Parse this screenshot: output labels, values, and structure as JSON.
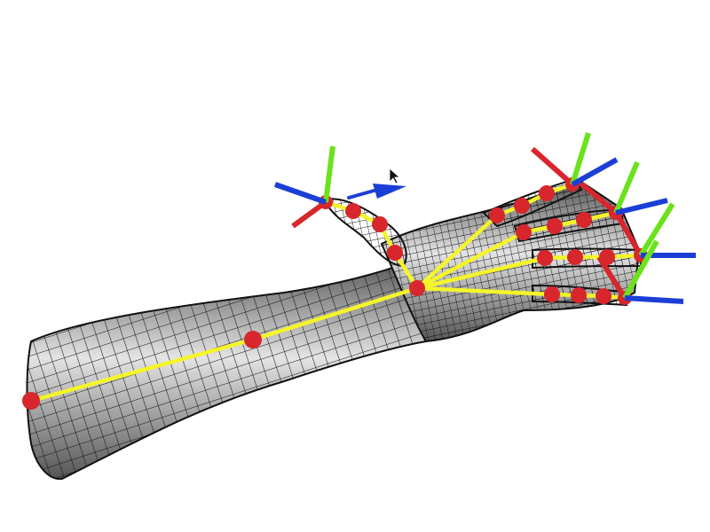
{
  "viewport": {
    "background": "#ffffff"
  },
  "colors": {
    "mesh_light": "#e4e4e4",
    "mesh_dark": "#555555",
    "mesh_line": "#111111",
    "bone": "#f5f52a",
    "joint": "#d8262d",
    "axis_x": "#d8262d",
    "axis_y": "#6be21c",
    "axis_z": "#1b3fd6",
    "cursor": "#111111"
  },
  "model": {
    "kind": "hand-and-forearm wireframe mesh",
    "joint_count": 23,
    "bone_chains": [
      "thumb",
      "index",
      "middle",
      "ring",
      "pinky",
      "forearm"
    ],
    "axis_gizmos": [
      "thumb-tip",
      "index-tip",
      "middle-tip",
      "ring-tip",
      "pinky-tip"
    ]
  },
  "icons": {
    "cursor": "arrow-pointer-icon",
    "gizmo_arrow": "arrow-right-icon"
  }
}
